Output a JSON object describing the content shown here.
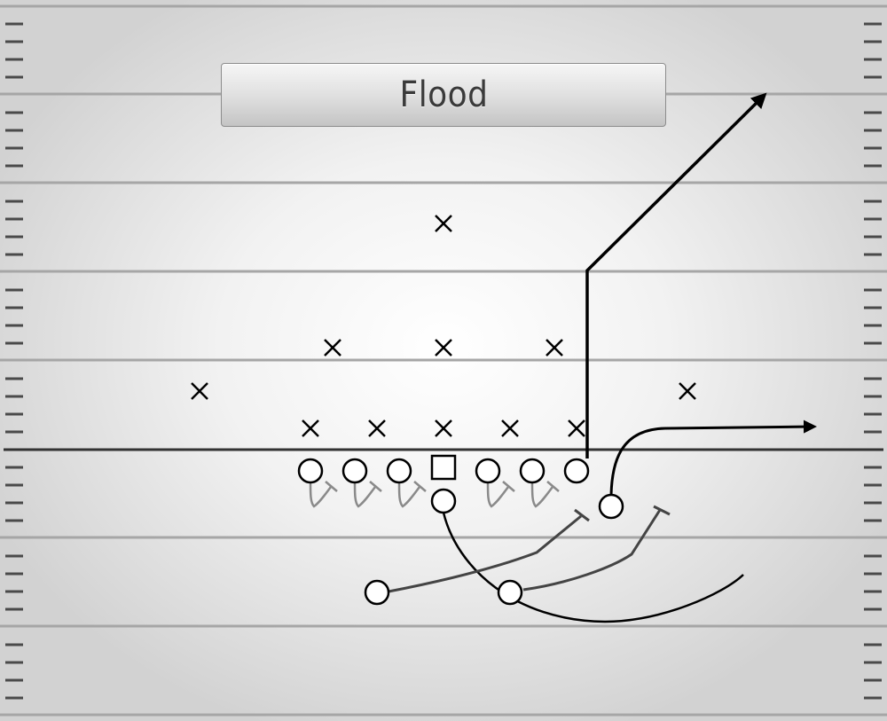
{
  "play": {
    "title": "Flood"
  },
  "colors": {
    "field_line": "#a6a6a6",
    "line_of_scrimmage": "#333333",
    "hash_mark": "#4a4a4a",
    "route": "#000000",
    "block": "#444444",
    "block_light": "#8a8a8a"
  },
  "players": {
    "defense_marker": "x",
    "offense_marker": "circle",
    "center_marker": "square",
    "defense_count": 11,
    "offense_count": 11
  },
  "routes": {
    "deep_route_arrow": "arrow",
    "flat_route_arrow": "arrow",
    "block_end": "t-bar"
  }
}
